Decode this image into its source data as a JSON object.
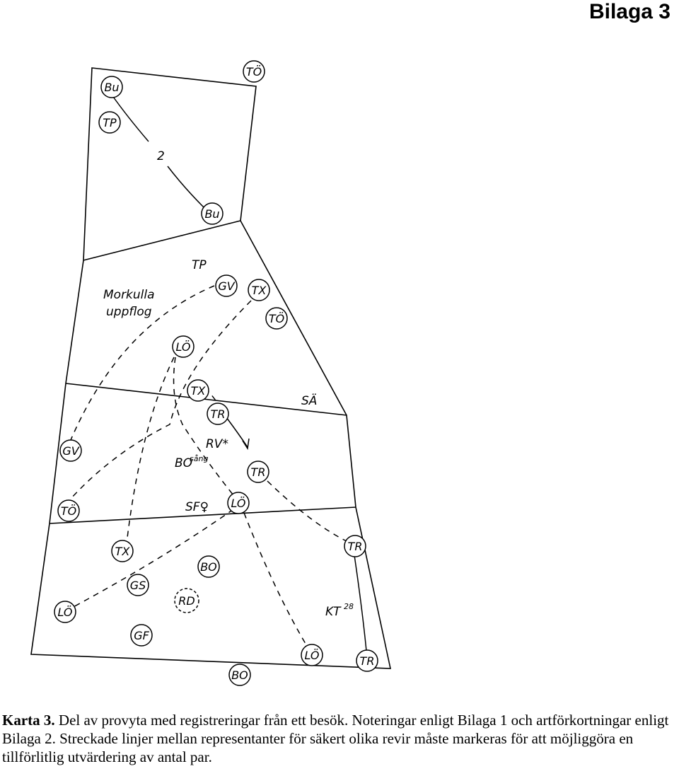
{
  "page_title": "Bilaga 3",
  "caption": {
    "label": "Karta 3.",
    "text": " Del av provyta med registreringar från ett besök. Noteringar enligt Bilaga 1 och artförkortningar enligt Bilaga 2. Streckade linjer mellan representanter för säkert olika revir måste markeras för att möjliggöra en tillförlitlig utvärdering av antal par."
  },
  "map": {
    "circled_marks": [
      "TÖ",
      "Bu",
      "TP",
      "Bu",
      "GV",
      "TX",
      "TÖ",
      "LÖ",
      "TX",
      "TR",
      "GV",
      "TR",
      "TÖ",
      "LÖ",
      "TX",
      "TR",
      "BO",
      "GS",
      "LÖ",
      "RD",
      "GF",
      "LÖ",
      "TR",
      "BO"
    ],
    "free_labels": {
      "route_count": "2",
      "tp_top": "TP",
      "mor_line1": "Morkulla",
      "mor_line2": "uppflog",
      "sa": "SÄ",
      "rv": "RV*",
      "bo_sing": "BO",
      "bo_sup": "sång",
      "sf": "SF♀",
      "kt": "KT",
      "kt_sup": "28"
    }
  }
}
